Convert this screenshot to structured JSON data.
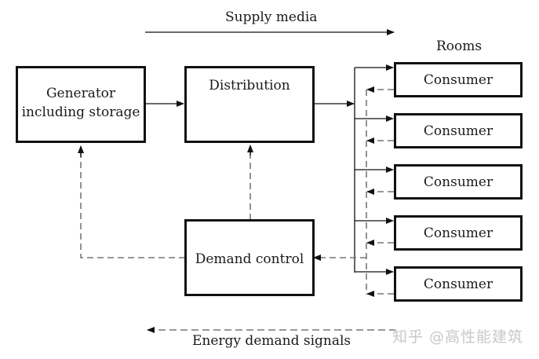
{
  "labels": {
    "supply_media": "Supply media",
    "rooms": "Rooms",
    "energy_demand_signals": "Energy demand signals"
  },
  "blocks": {
    "generator_line1": "Generator",
    "generator_line2": "including storage",
    "distribution": "Distribution",
    "demand_control": "Demand control"
  },
  "consumers": [
    {
      "label": "Consumer"
    },
    {
      "label": "Consumer"
    },
    {
      "label": "Consumer"
    },
    {
      "label": "Consumer"
    },
    {
      "label": "Consumer"
    }
  ],
  "icons": {
    "pump": "pump-icon"
  },
  "watermark": "知乎 @高性能建筑",
  "colors": {
    "line": "#111111",
    "dashed": "#777777"
  }
}
